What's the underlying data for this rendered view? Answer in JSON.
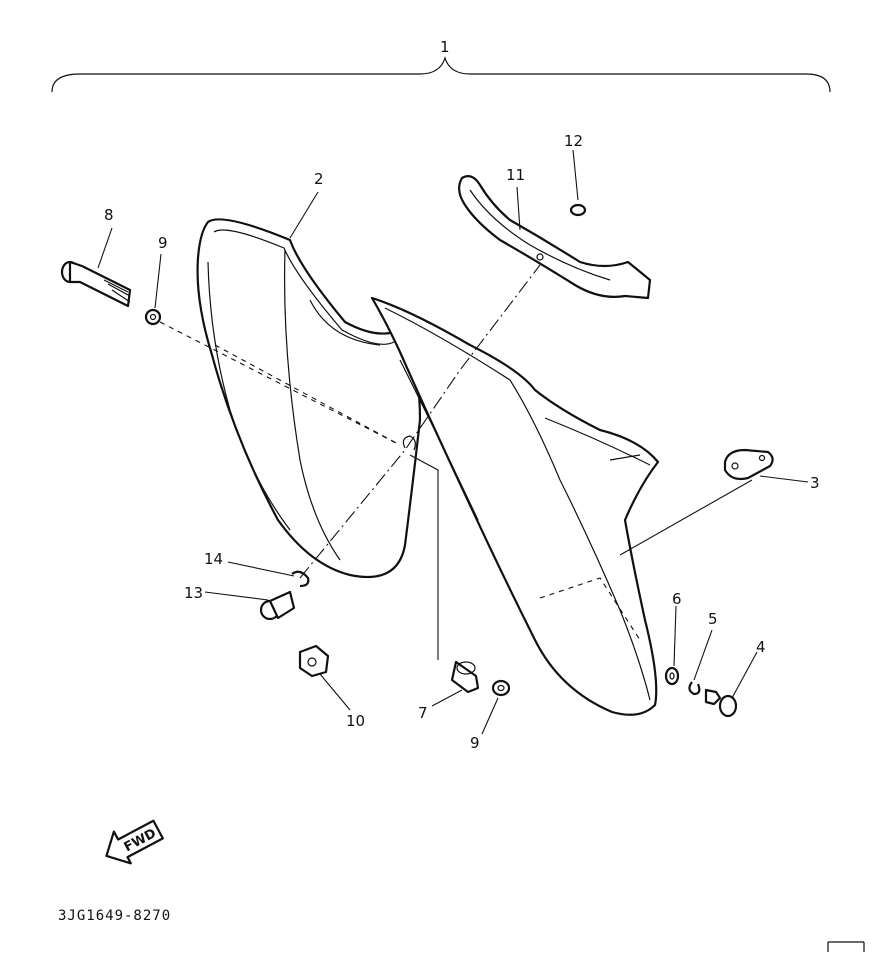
{
  "callouts": {
    "c1": "1",
    "c2": "2",
    "c3": "3",
    "c4": "4",
    "c5": "5",
    "c6": "6",
    "c7": "7",
    "c8": "8",
    "c9a": "9",
    "c9b": "9",
    "c10": "10",
    "c11": "11",
    "c12": "12",
    "c13": "13",
    "c14": "14"
  },
  "fwd_badge": "FWD",
  "drawing_code": "3JG1649-8270",
  "icons": [
    "fwd-arrow-icon"
  ]
}
